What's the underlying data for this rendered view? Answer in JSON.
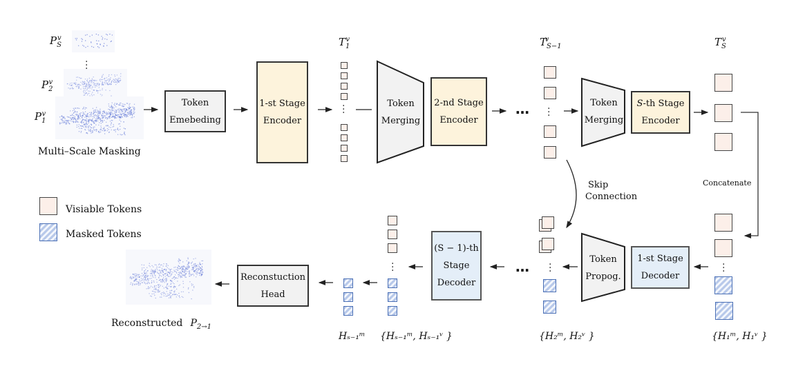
{
  "input": {
    "scales": [
      {
        "label_base": "P",
        "label_sub": "S",
        "label_sup": "v"
      },
      {
        "label_base": "P",
        "label_sub": "2",
        "label_sup": "v"
      },
      {
        "label_base": "P",
        "label_sub": "1",
        "label_sup": "v"
      }
    ],
    "caption": "Multi–Scale Masking"
  },
  "encoder": {
    "token_embedding": {
      "line1": "Token",
      "line2": "Emebeding"
    },
    "stage1": {
      "line1": "1-st Stage",
      "line2": "Encoder"
    },
    "token_merging_1": {
      "line1": "Token",
      "line2": "Merging"
    },
    "stage2": {
      "line1": "2-nd Stage",
      "line2": "Encoder"
    },
    "token_merging_s": {
      "line1": "Token",
      "line2": "Merging"
    },
    "stage_s": {
      "line1_italic": "S",
      "line1_rest": "-th Stage",
      "line2": "Encoder"
    },
    "labels": {
      "t1": {
        "base": "T",
        "sub": "1",
        "sup": "v"
      },
      "ts_minus_1": {
        "base": "T",
        "sub": "S−1",
        "sup": "v"
      },
      "ts": {
        "base": "T",
        "sub": "S",
        "sup": "v"
      }
    }
  },
  "connections": {
    "skip": {
      "line1": "Skip",
      "line2": "Connection"
    },
    "concatenate": "Concatenate",
    "ellipsis": "…"
  },
  "legend": {
    "visible": "Visiable Tokens",
    "masked": "Masked Tokens"
  },
  "decoder": {
    "stage1": {
      "line1": "1-st Stage",
      "line2": "Decoder"
    },
    "token_propagation": {
      "line1": "Token",
      "line2": "Propog."
    },
    "stage_s_minus_1": {
      "line1": "(S − 1)-th",
      "line2": "Stage",
      "line3": "Decoder"
    },
    "recon_head": {
      "line1": "Reconstuction",
      "line2": "Head"
    },
    "labels": {
      "h1": "{H₁ᵐ, H₁ᵛ }",
      "h2": "{H₂ᵐ, H₂ᵛ }",
      "hs1_pair": "{Hₛ₋₁ᵐ, Hₛ₋₁ᵛ }",
      "hs1_m": "Hₛ₋₁ᵐ"
    }
  },
  "output": {
    "caption_text": "Reconstructed",
    "caption_math": {
      "base": "P",
      "sub": "2→1"
    }
  },
  "colors": {
    "visible_token": "#fcefe9",
    "masked_token_stripe": "#b8c9ea",
    "masked_token_border": "#4a6fb5",
    "encoder_fill": "#fdf3dc",
    "decoder_fill": "#e4eef8",
    "neutral_fill": "#f2f2f2",
    "point_cloud": "#5b72d6"
  }
}
